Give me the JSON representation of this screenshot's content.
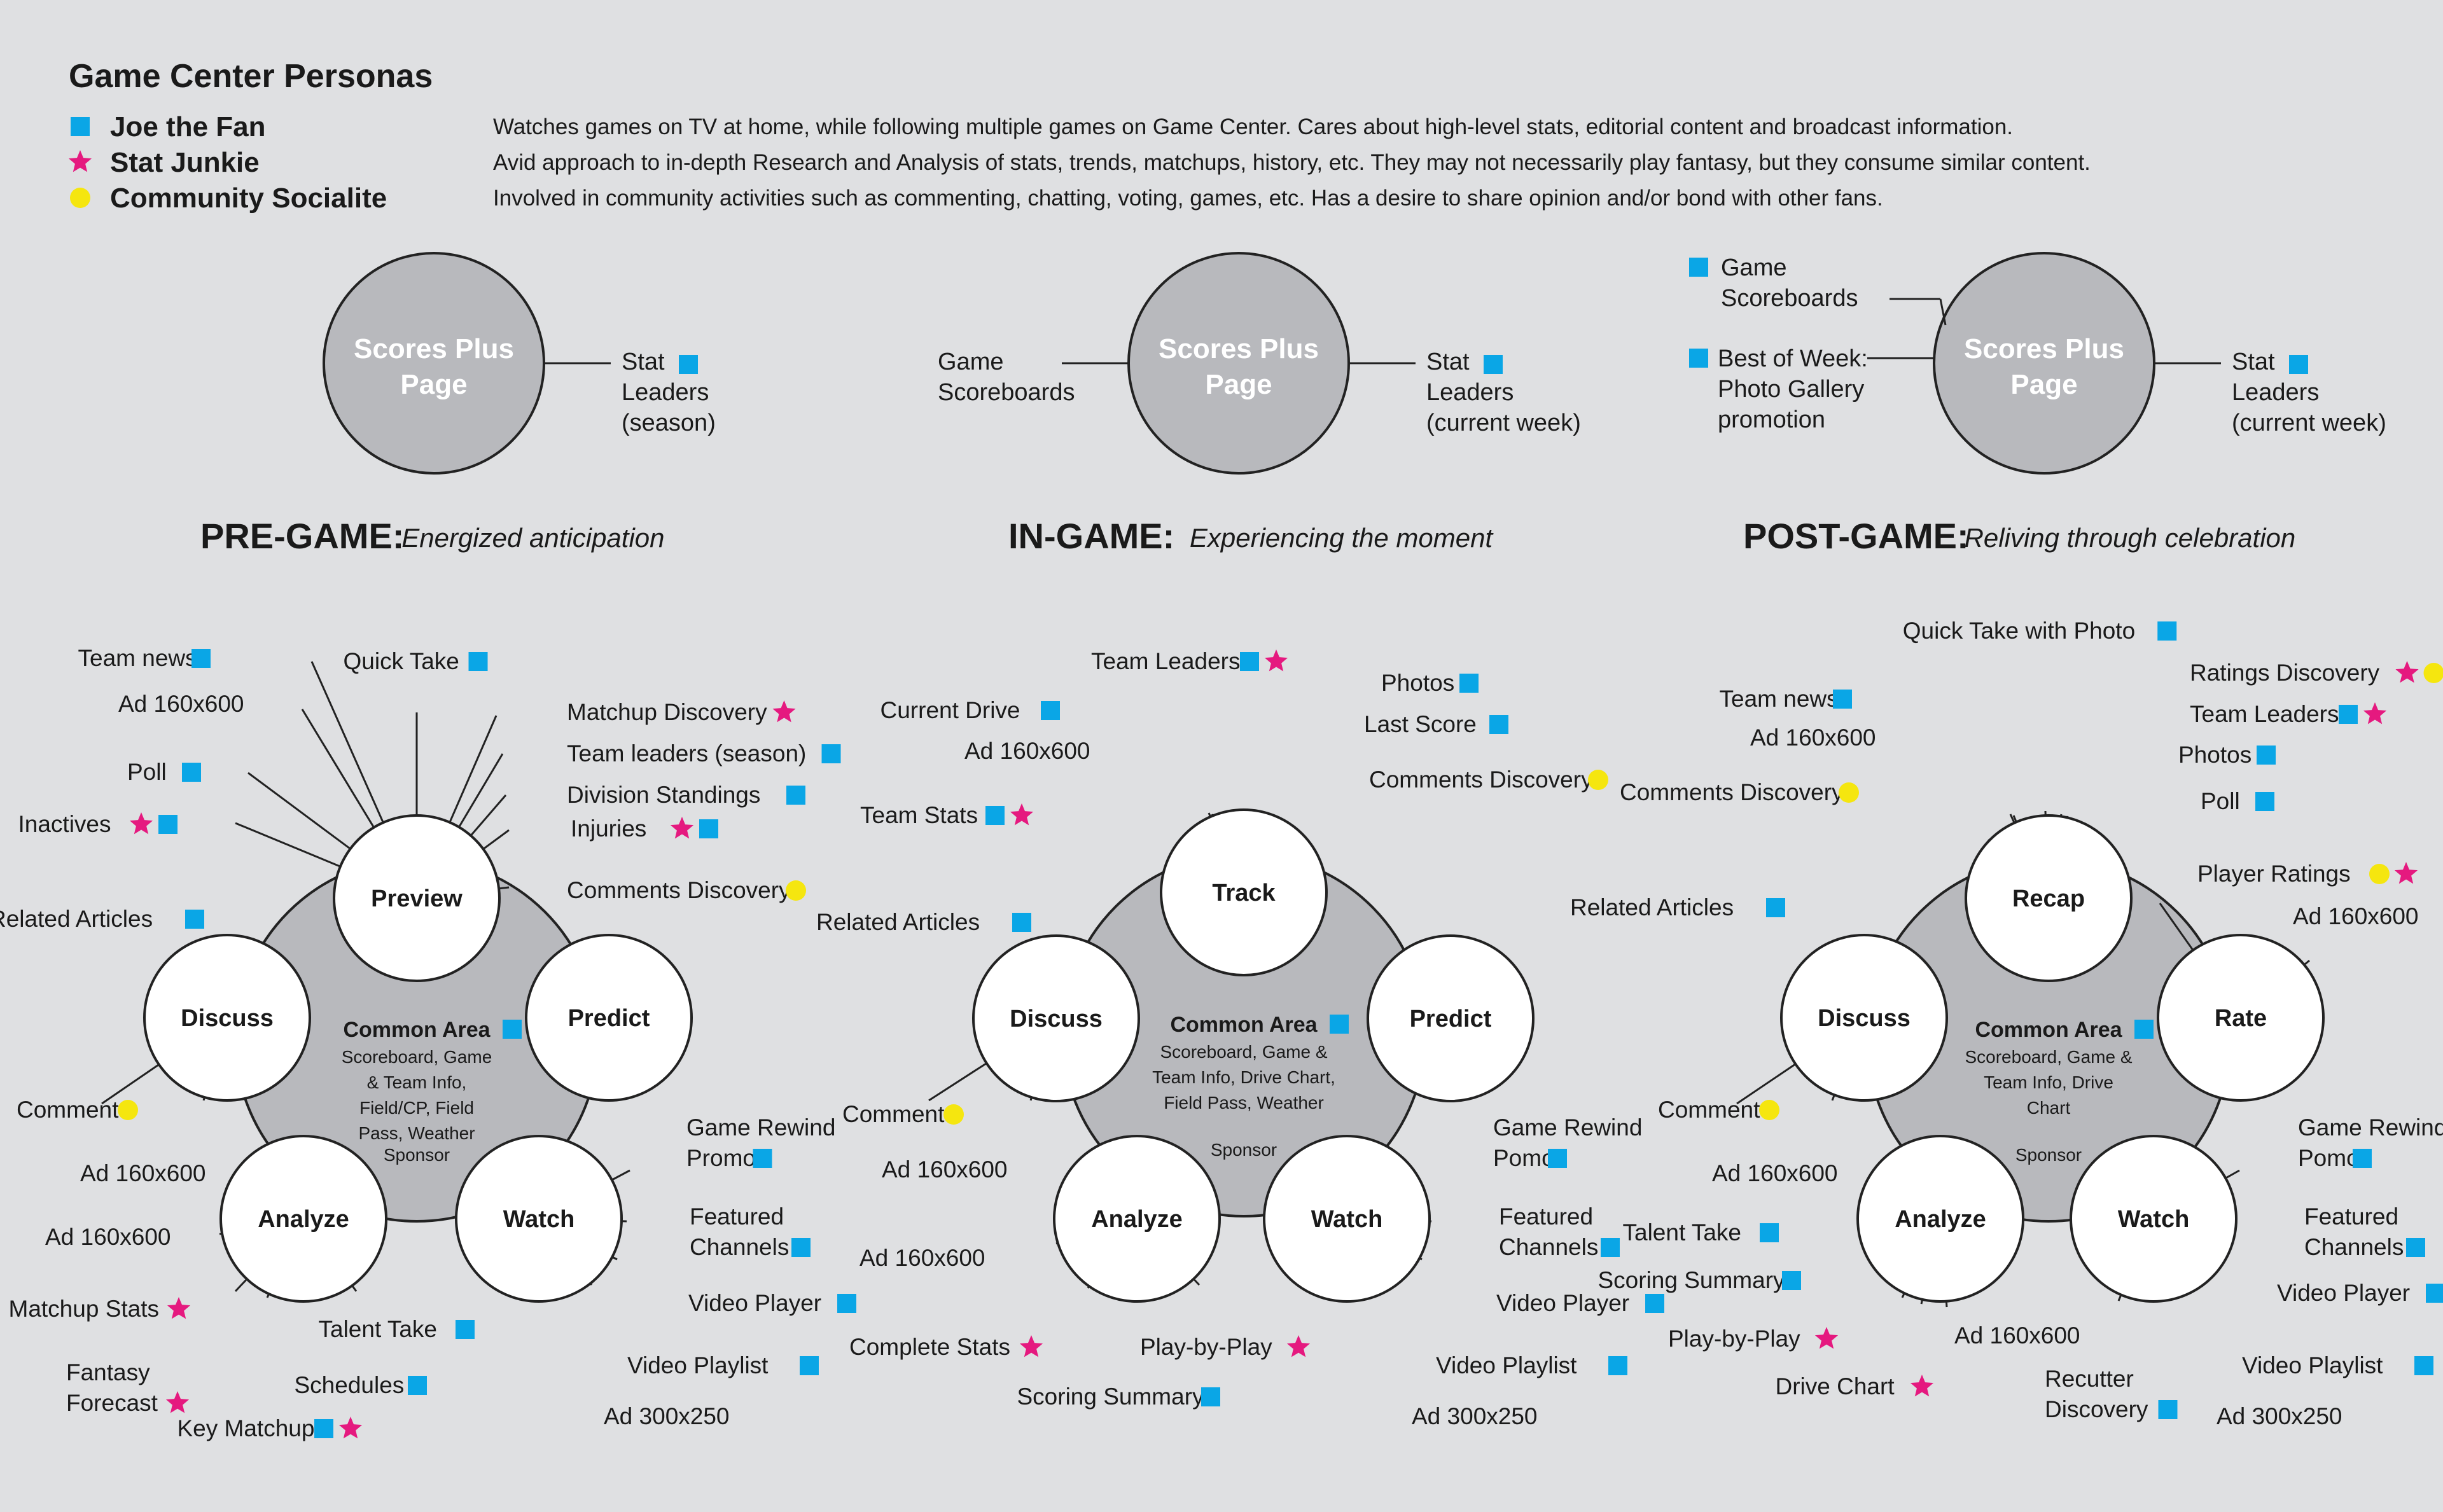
{
  "title": "Game Center Personas",
  "colors": {
    "fan": "#0aa6e6",
    "junkie": "#e5197f",
    "social": "#f5e60f",
    "hub": "#b8b9bd",
    "line": "#222222",
    "bg": "#dfe0e2"
  },
  "legend": [
    {
      "marker": "square",
      "label": "Joe the Fan",
      "description": "Watches games on TV at home, while following multiple games on Game Center.  Cares about high-level stats, editorial content and broadcast information."
    },
    {
      "marker": "star",
      "label": "Stat Junkie",
      "description": "Avid approach to in-depth Research and Analysis of stats, trends, matchups, history, etc.  They may not necessarily play fantasy, but they consume similar content."
    },
    {
      "marker": "circle",
      "label": "Community Socialite",
      "description": "Involved in community activities such as commenting, chatting, voting, games, etc.  Has a desire to share opinion and/or bond with other fans."
    }
  ],
  "scores_plus": [
    {
      "label": [
        "Scores Plus",
        "Page"
      ],
      "left": [],
      "right": [
        {
          "text": [
            "Stat",
            "Leaders",
            "(season)"
          ],
          "markers": [
            "square"
          ]
        }
      ]
    },
    {
      "label": [
        "Scores Plus",
        "Page"
      ],
      "left": [
        {
          "text": [
            "Game",
            "Scoreboards"
          ],
          "markers": []
        }
      ],
      "right": [
        {
          "text": [
            "Stat",
            "Leaders",
            "(current week)"
          ],
          "markers": [
            "square"
          ]
        }
      ]
    },
    {
      "label": [
        "Scores Plus",
        "Page"
      ],
      "left": [
        {
          "text": [
            "Game",
            "Scoreboards"
          ],
          "markers": [
            "square"
          ]
        },
        {
          "text": [
            "Best of Week:",
            "Photo Gallery",
            "promotion"
          ],
          "markers": [
            "square"
          ]
        }
      ],
      "right": [
        {
          "text": [
            "Stat",
            "Leaders",
            "(current week)"
          ],
          "markers": [
            "square"
          ]
        }
      ]
    }
  ],
  "phases": [
    {
      "name": "PRE-GAME:",
      "tagline": "Energized anticipation",
      "hub": {
        "title": "Common Area",
        "lines": [
          "Scoreboard, Game",
          "& Team Info,",
          "Field/CP,  Field",
          "Pass, Weather"
        ],
        "sponsor": "Sponsor"
      },
      "nodes": {
        "top": "Preview",
        "left": "Discuss",
        "right": "Predict",
        "bottom_left": "Analyze",
        "bottom_right": "Watch"
      },
      "spokes": {
        "top": [
          {
            "label": "Team news",
            "markers": [
              "square"
            ]
          },
          {
            "label": "Ad 160x600",
            "markers": []
          },
          {
            "label": "Poll",
            "markers": [
              "square"
            ]
          },
          {
            "label": "Inactives",
            "markers": [
              "star",
              "square"
            ]
          },
          {
            "label": "Quick Take",
            "markers": [
              "square"
            ]
          },
          {
            "label": "Matchup Discovery",
            "markers": [
              "star"
            ]
          },
          {
            "label": "Team leaders (season)",
            "markers": [
              "square"
            ]
          },
          {
            "label": "Division Standings",
            "markers": [
              "square"
            ]
          },
          {
            "label": "Injuries",
            "markers": [
              "star",
              "square"
            ]
          },
          {
            "label": "Comments Discovery",
            "markers": [
              "circle"
            ]
          }
        ],
        "left": [
          {
            "label": "Related Articles",
            "markers": [
              "square"
            ]
          },
          {
            "label": "Comments",
            "markers": [
              "circle"
            ]
          },
          {
            "label": "Ad 160x600",
            "markers": []
          }
        ],
        "right": [],
        "bottom_left": [
          {
            "label": "Ad 160x600",
            "markers": []
          },
          {
            "label": "Matchup Stats",
            "markers": [
              "star"
            ]
          },
          {
            "label": "Fantasy Forecast",
            "markers": [
              "star"
            ]
          },
          {
            "label": "Key Matchup",
            "markers": [
              "square",
              "star"
            ]
          },
          {
            "label": "Schedules",
            "markers": [
              "square"
            ]
          },
          {
            "label": "Talent Take",
            "markers": [
              "square"
            ]
          }
        ],
        "bottom_right": [
          {
            "label": "Game Rewind Promo",
            "markers": [
              "square"
            ]
          },
          {
            "label": "Featured Channels",
            "markers": [
              "square"
            ]
          },
          {
            "label": "Video Player",
            "markers": [
              "square"
            ]
          },
          {
            "label": "Video Playlist",
            "markers": [
              "square"
            ]
          },
          {
            "label": "Ad 300x250",
            "markers": []
          }
        ]
      }
    },
    {
      "name": "IN-GAME:",
      "tagline": "Experiencing the moment",
      "hub": {
        "title": "Common Area",
        "lines": [
          "Scoreboard, Game &",
          "Team Info, Drive Chart,",
          "Field Pass, Weather"
        ],
        "sponsor": "Sponsor"
      },
      "nodes": {
        "top": "Track",
        "left": "Discuss",
        "right": "Predict",
        "bottom_left": "Analyze",
        "bottom_right": "Watch"
      },
      "spokes": {
        "top": [
          {
            "label": "Current Drive",
            "markers": [
              "square"
            ]
          },
          {
            "label": "Ad 160x600",
            "markers": []
          },
          {
            "label": "Team Stats",
            "markers": [
              "square",
              "star"
            ]
          },
          {
            "label": "Team Leaders",
            "markers": [
              "square",
              "star"
            ]
          },
          {
            "label": "Photos",
            "markers": [
              "square"
            ]
          },
          {
            "label": "Last Score",
            "markers": [
              "square"
            ]
          },
          {
            "label": "Comments Discovery",
            "markers": [
              "circle"
            ]
          }
        ],
        "left": [
          {
            "label": "Related Articles",
            "markers": [
              "square"
            ]
          },
          {
            "label": "Comments",
            "markers": [
              "circle"
            ]
          },
          {
            "label": "Ad 160x600",
            "markers": []
          }
        ],
        "right": [],
        "bottom_left": [
          {
            "label": "Ad 160x600",
            "markers": []
          },
          {
            "label": "Complete Stats",
            "markers": [
              "star"
            ]
          },
          {
            "label": "Scoring Summary",
            "markers": [
              "square"
            ]
          },
          {
            "label": "Play-by-Play",
            "markers": [
              "star"
            ]
          }
        ],
        "bottom_right": [
          {
            "label": "Game Rewind Pomo",
            "markers": [
              "square"
            ]
          },
          {
            "label": "Featured Channels",
            "markers": [
              "square"
            ]
          },
          {
            "label": "Video Player",
            "markers": [
              "square"
            ]
          },
          {
            "label": "Video Playlist",
            "markers": [
              "square"
            ]
          },
          {
            "label": "Ad 300x250",
            "markers": []
          }
        ]
      }
    },
    {
      "name": "POST-GAME:",
      "tagline": "Reliving through celebration",
      "hub": {
        "title": "Common Area",
        "lines": [
          "Scoreboard, Game &",
          "Team Info, Drive",
          "Chart"
        ],
        "sponsor": "Sponsor"
      },
      "nodes": {
        "top": "Recap",
        "left": "Discuss",
        "right": "Rate",
        "bottom_left": "Analyze",
        "bottom_right": "Watch"
      },
      "spokes": {
        "top": [
          {
            "label": "Team news",
            "markers": [
              "square"
            ]
          },
          {
            "label": "Ad 160x600",
            "markers": []
          },
          {
            "label": "Comments Discovery",
            "markers": [
              "circle"
            ]
          },
          {
            "label": "Quick Take with Photo",
            "markers": [
              "square"
            ]
          },
          {
            "label": "Ratings Discovery",
            "markers": [
              "star",
              "circle"
            ]
          },
          {
            "label": "Team Leaders",
            "markers": [
              "square",
              "star"
            ]
          },
          {
            "label": "Photos",
            "markers": [
              "square"
            ]
          },
          {
            "label": "Poll",
            "markers": [
              "square"
            ]
          }
        ],
        "left": [
          {
            "label": "Related Articles",
            "markers": [
              "square"
            ]
          },
          {
            "label": "Comments",
            "markers": [
              "circle"
            ]
          },
          {
            "label": "Ad 160x600",
            "markers": []
          }
        ],
        "right": [
          {
            "label": "Player Ratings",
            "markers": [
              "circle",
              "star"
            ]
          },
          {
            "label": "Ad 160x600",
            "markers": []
          }
        ],
        "bottom_left": [
          {
            "label": "Talent Take",
            "markers": [
              "square"
            ]
          },
          {
            "label": "Scoring Summary",
            "markers": [
              "square"
            ]
          },
          {
            "label": "Play-by-Play",
            "markers": [
              "star"
            ]
          },
          {
            "label": "Drive Chart",
            "markers": [
              "star"
            ]
          },
          {
            "label": "Ad 160x600",
            "markers": []
          }
        ],
        "bottom_right": [
          {
            "label": "Game Rewind Pomo",
            "markers": [
              "square"
            ]
          },
          {
            "label": "Featured Channels",
            "markers": [
              "square"
            ]
          },
          {
            "label": "Video Player",
            "markers": [
              "square"
            ]
          },
          {
            "label": "Video Playlist",
            "markers": [
              "square"
            ]
          },
          {
            "label": "Recutter Discovery",
            "markers": [
              "square"
            ]
          },
          {
            "label": "Ad 300x250",
            "markers": []
          }
        ]
      }
    }
  ]
}
